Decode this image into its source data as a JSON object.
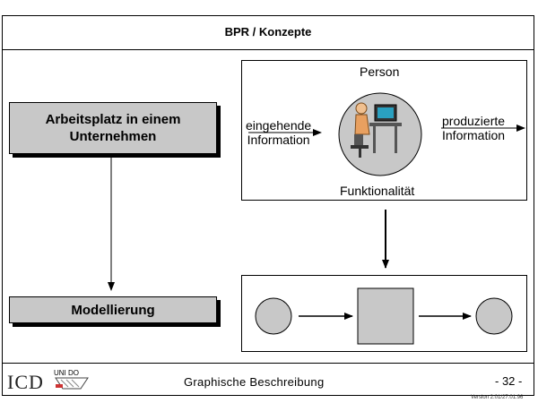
{
  "header": {
    "title": "BPR / Konzepte"
  },
  "left": {
    "workplace_label": "Arbeitsplatz in einem Unternehmen",
    "modeling_label": "Modellierung"
  },
  "person_panel": {
    "person_label": "Person",
    "input_label": "eingehende\nInformation",
    "output_label": "produzierte\nInformation",
    "function_label": "Funktionalität"
  },
  "footer": {
    "center_text": "Graphische Beschreibung",
    "page_number": "- 32 -",
    "version": "Version 2.01/27.01.96",
    "logo_text": "ICD",
    "unido_text": "UNI DO"
  }
}
